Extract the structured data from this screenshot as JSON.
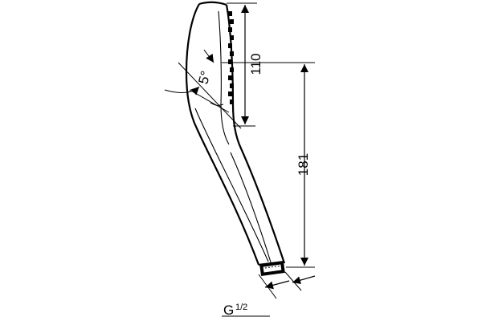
{
  "drawing": {
    "dimensions": {
      "head_height": "110",
      "total_length": "181",
      "angle": "5°",
      "thread": "G",
      "thread_fraction": "1/2"
    }
  }
}
